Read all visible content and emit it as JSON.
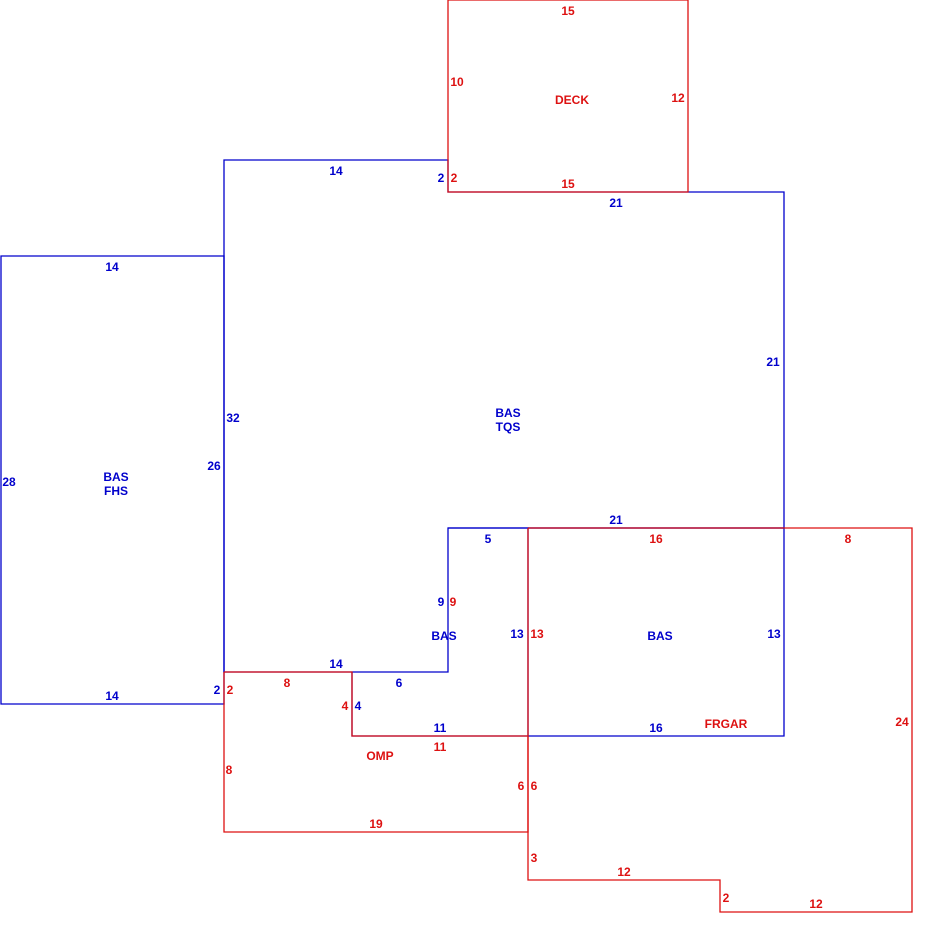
{
  "colors": {
    "bas": "#0000cc",
    "red": "#dd1111"
  },
  "areas": {
    "bas_fhs": {
      "code": "BAS",
      "sub": "FHS"
    },
    "bas_tqs": {
      "code": "BAS",
      "sub": "TQS"
    },
    "bas_small": {
      "code": "BAS"
    },
    "bas_right": {
      "code": "BAS"
    },
    "deck": {
      "code": "DECK"
    },
    "frgar": {
      "code": "FRGAR"
    },
    "omp": {
      "code": "OMP"
    }
  },
  "dims": {
    "fhs_top": "14",
    "fhs_left": "28",
    "fhs_right": "26",
    "fhs_bottom": "14",
    "tqs_top": "14",
    "tqs_left": "32",
    "tqs_notch": "2",
    "tqs_top2": "21",
    "tqs_right": "21",
    "tqs_bottom_right": "21",
    "tqs_bottom_left": "14",
    "tqs_step": "2",
    "bas_small_top": "5",
    "bas_small_left": "9",
    "bas_small_right": "13",
    "bas_right_left": "13",
    "bas_right_right": "13",
    "bas_right_bottom": "16",
    "bas_small_bottom": "11",
    "bas_small_step": "6",
    "bas_small_drop": "4",
    "deck_top": "15",
    "deck_left": "10",
    "deck_right": "12",
    "deck_bottom": "15",
    "deck_notch": "2",
    "frgar_top": "16",
    "frgar_top2": "8",
    "frgar_left": "13",
    "frgar_right": "24",
    "frgar_bottom1": "12",
    "frgar_step": "2",
    "frgar_bottom2": "12",
    "frgar_drop": "3",
    "frgar_left2": "6",
    "omp_top": "8",
    "omp_left": "8",
    "omp_bottom": "19",
    "omp_right": "6",
    "omp_drop": "4",
    "omp_inner": "11",
    "omp_notch": "2",
    "omp_top_left": "9"
  }
}
